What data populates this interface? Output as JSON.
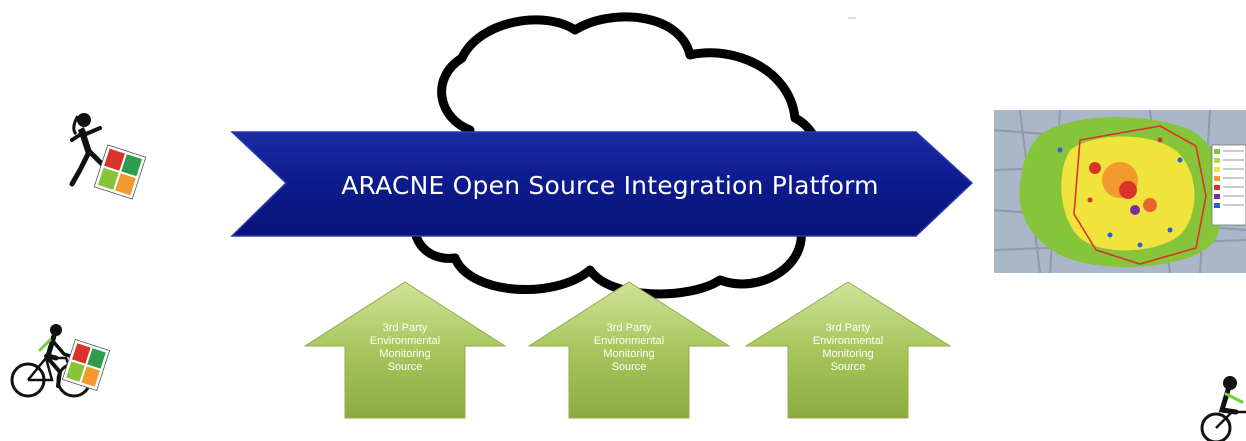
{
  "platform": {
    "title": "ARACNE Open Source Integration Platform"
  },
  "sources": [
    {
      "lines": [
        "3rd Party",
        "Environmental",
        "Monitoring",
        "Source"
      ]
    },
    {
      "lines": [
        "3rd Party",
        "Environmental",
        "Monitoring",
        "Source"
      ]
    },
    {
      "lines": [
        "3rd Party",
        "Environmental",
        "Monitoring",
        "Source"
      ]
    }
  ],
  "colors": {
    "banner": "#0d1a8c",
    "banner_dark": "#081270",
    "arrow_green": "#9bb94e",
    "arrow_green_light": "#c5da8d",
    "cloud_outline": "#000000",
    "map_green": "#86c43a",
    "map_yellow": "#f0e43c",
    "map_red": "#d9342a"
  },
  "icons": {
    "runner": "runner-silhouette-icon",
    "cyclist": "cyclist-silhouette-icon",
    "map": "pollution-map-image"
  }
}
